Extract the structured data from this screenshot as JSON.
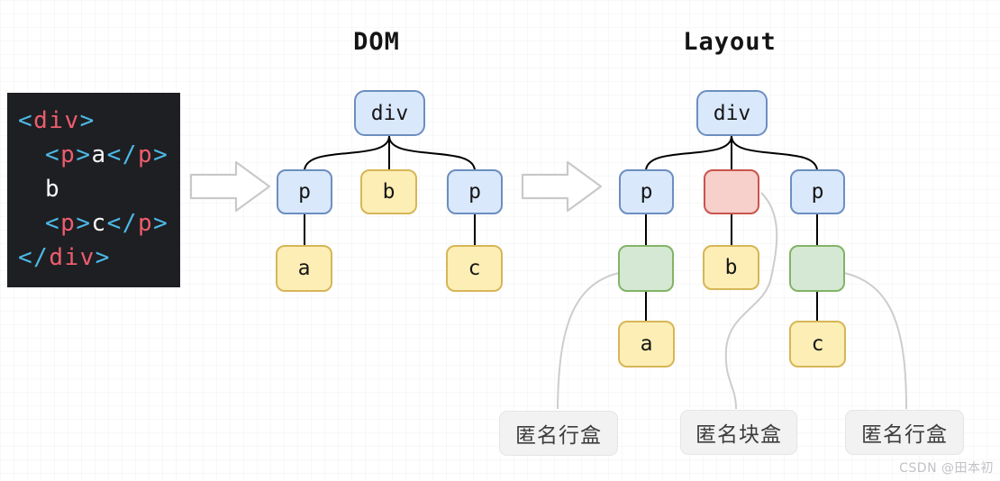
{
  "code_block": {
    "lines": [
      {
        "tokens": [
          {
            "text": "<",
            "type": "punct"
          },
          {
            "text": "div",
            "type": "tag"
          },
          {
            "text": ">",
            "type": "punct"
          }
        ]
      },
      {
        "tokens": [
          {
            "text": "<",
            "type": "punct"
          },
          {
            "text": "p",
            "type": "tag"
          },
          {
            "text": ">",
            "type": "punct"
          },
          {
            "text": "a",
            "type": "plain"
          },
          {
            "text": "</",
            "type": "punct"
          },
          {
            "text": "p",
            "type": "tag"
          },
          {
            "text": ">",
            "type": "punct"
          }
        ]
      },
      {
        "tokens": [
          {
            "text": "b",
            "type": "plain"
          }
        ]
      },
      {
        "tokens": [
          {
            "text": "<",
            "type": "punct"
          },
          {
            "text": "p",
            "type": "tag"
          },
          {
            "text": ">",
            "type": "punct"
          },
          {
            "text": "c",
            "type": "plain"
          },
          {
            "text": "</",
            "type": "punct"
          },
          {
            "text": "p",
            "type": "tag"
          },
          {
            "text": ">",
            "type": "punct"
          }
        ]
      },
      {
        "tokens": [
          {
            "text": "</",
            "type": "punct"
          },
          {
            "text": "div",
            "type": "tag"
          },
          {
            "text": ">",
            "type": "punct"
          }
        ]
      }
    ]
  },
  "dom_tree": {
    "title": "DOM",
    "nodes": {
      "root": "div",
      "p_left": "p",
      "text_b": "b",
      "p_right": "p",
      "text_a": "a",
      "text_c": "c"
    }
  },
  "layout_tree": {
    "title": "Layout",
    "nodes": {
      "root": "div",
      "p_left": "p",
      "anon_block": "",
      "p_right": "p",
      "anon_inline_left": "",
      "text_b": "b",
      "anon_inline_right": "",
      "text_a": "a",
      "text_c": "c"
    }
  },
  "annotations": {
    "left": "匿名行盒",
    "middle": "匿名块盒",
    "right": "匿名行盒"
  },
  "icons": {
    "transform_arrow": "right-block-arrow"
  },
  "watermark": "CSDN @田本初",
  "colors": {
    "node_blue": "#dae8fc",
    "node_blue_border": "#6c8ebf",
    "node_yellow": "#fdeeb5",
    "node_yellow_border": "#d6b656",
    "node_green": "#d5e8d4",
    "node_green_border": "#82b366",
    "node_red": "#f7cfcb",
    "node_red_border": "#c9544d",
    "code_tag": "#ee5d6e",
    "code_punct": "#4cb9e8",
    "code_text": "#f8f8f8",
    "edge_black": "#000000",
    "connector_grey": "#cdcdcd"
  }
}
